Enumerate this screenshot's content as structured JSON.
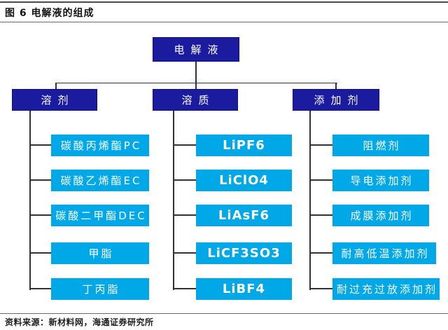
{
  "figure": {
    "title": "图 6  电解液的组成",
    "source": "资料来源：新材料网，海通证券研究所"
  },
  "tree": {
    "root": "电解液",
    "branches": [
      {
        "label": "溶剂",
        "children": [
          "碳酸丙烯酯PC",
          "碳酸乙烯酯EC",
          "碳酸二甲酯DEC",
          "甲脂",
          "丁丙脂"
        ]
      },
      {
        "label": "溶质",
        "children": [
          "LiPF6",
          "LiClO4",
          "LiAsF6",
          "LiCF3SO3",
          "LiBF4"
        ]
      },
      {
        "label": "添加剂",
        "children": [
          "阻燃剂",
          "导电添加剂",
          "成膜添加剂",
          "耐高低温添加剂",
          "耐过充过放添加剂"
        ]
      }
    ]
  },
  "colors": {
    "node_dark_blue": "#1b1ba0",
    "node_cyan": "#00a8e8",
    "connector_line": "#333333"
  }
}
